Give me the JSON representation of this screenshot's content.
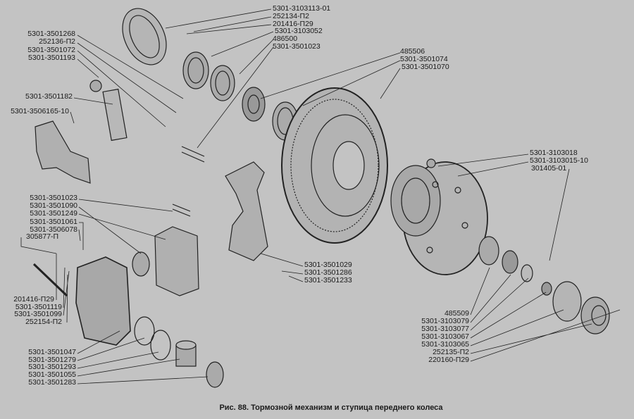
{
  "labels": {
    "top_left": [
      "5301-3501268",
      "252136-П2",
      "5301-3501072",
      "5301-3501193",
      "5301-3501182",
      "5301-3506165-10"
    ],
    "left_lower": [
      "5301-3501023",
      "5301-3501090",
      "5301-3501249",
      "5301-3501061",
      "5301-3506078",
      "305877-П",
      "201416-П29",
      "5301-3501119",
      "5301-3501099",
      "252154-П2"
    ],
    "bottom_left": [
      "5301-3501047",
      "5301-3501279",
      "5301-3501293",
      "5301-3501055",
      "5301-3501283"
    ],
    "top_center": [
      "5301-3103113-01",
      "252134-П2",
      "201416-П29",
      "5301-3103052",
      "486500",
      "5301-3501023"
    ],
    "top_right": [
      "485506",
      "5301-3501074",
      "5301-3501070"
    ],
    "right": [
      "5301-3103018",
      "5301-3103015-10",
      "301405-01"
    ],
    "middle": [
      "5301-3501029",
      "5301-3501286",
      "5301-3501233"
    ],
    "bottom_right": [
      "485509",
      "5301-3103079",
      "5301-3103077",
      "5301-3103067",
      "5301-3103065",
      "252135-П2",
      "220160-П29"
    ]
  },
  "caption": "Рис. 88. Тормозной механизм и ступица переднего колеса"
}
